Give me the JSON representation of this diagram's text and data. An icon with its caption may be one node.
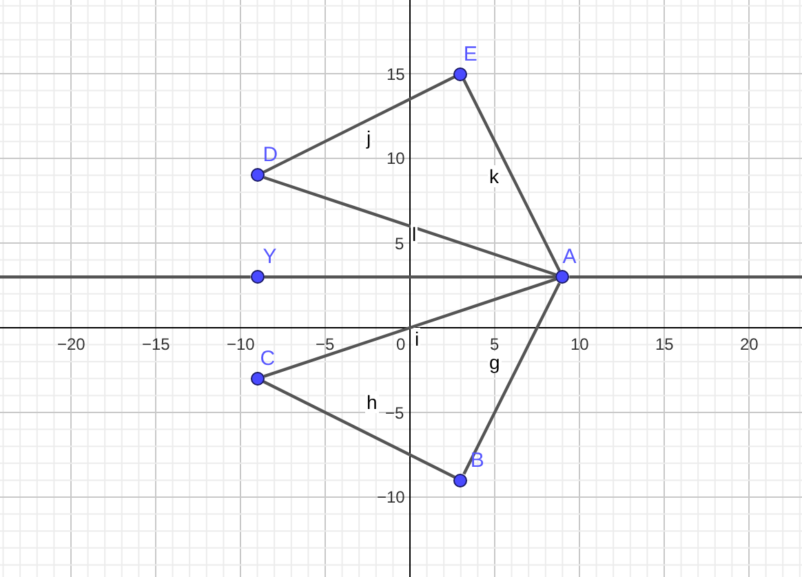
{
  "diagram": {
    "nodes": [
      {
        "text": [
          "A"
        ]
      },
      {
        "text": [
          "B"
        ]
      },
      {
        "text": [
          "C"
        ]
      },
      {
        "text": [
          "D"
        ]
      },
      {
        "text": [
          "E"
        ]
      },
      {
        "text": [
          "Y"
        ]
      }
    ],
    "edges": [
      {
        "from": 3,
        "to": 4,
        "arrow": "none",
        "label": "j"
      },
      {
        "from": 4,
        "to": 0,
        "arrow": "none",
        "label": "k"
      },
      {
        "from": 3,
        "to": 0,
        "arrow": "none",
        "label": "l"
      },
      {
        "from": 2,
        "to": 0,
        "arrow": "none",
        "label": "i"
      },
      {
        "from": 2,
        "to": 1,
        "arrow": "none",
        "label": "h"
      },
      {
        "from": 1,
        "to": 0,
        "arrow": "none",
        "label": "g"
      },
      {
        "from": 5,
        "to": 0,
        "arrow": "none"
      }
    ],
    "labels": [
      "15",
      "10",
      "5",
      "−20",
      "−15",
      "−10",
      "−5",
      "0",
      "5",
      "10",
      "15",
      "20",
      "−5",
      "−10"
    ]
  }
}
